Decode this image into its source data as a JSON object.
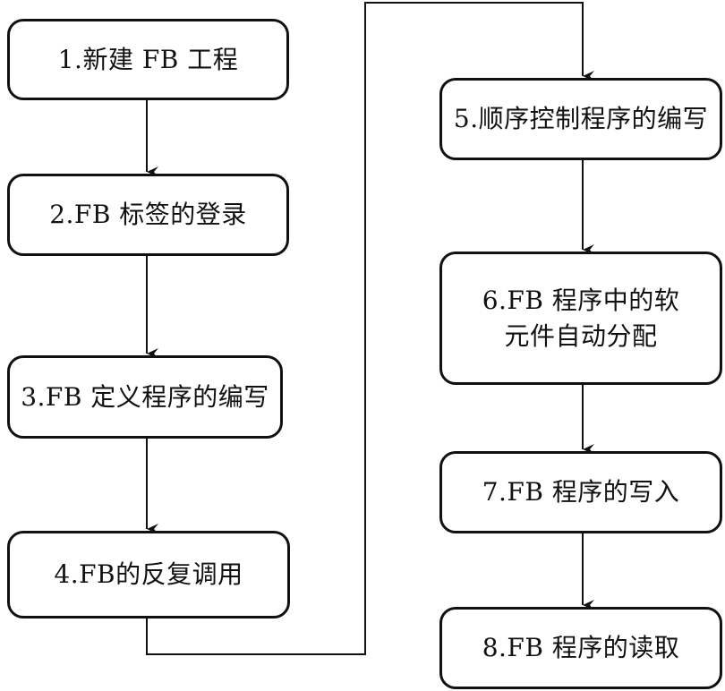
{
  "flowchart": {
    "steps": [
      {
        "id": 1,
        "lines": [
          "1.新建 FB 工程"
        ]
      },
      {
        "id": 2,
        "lines": [
          "2.FB 标签的登录"
        ]
      },
      {
        "id": 3,
        "lines": [
          "3.FB 定义程序的编写"
        ]
      },
      {
        "id": 4,
        "lines": [
          "4.FB的反复调用"
        ]
      },
      {
        "id": 5,
        "lines": [
          "5.顺序控制程序的编写"
        ]
      },
      {
        "id": 6,
        "lines": [
          "6.FB 程序中的软",
          "元件自动分配"
        ]
      },
      {
        "id": 7,
        "lines": [
          "7.FB 程序的写入"
        ]
      },
      {
        "id": 8,
        "lines": [
          "8.FB 程序的读取"
        ]
      }
    ],
    "colors": {
      "stroke": "#111111",
      "box_fill": "#ffffff",
      "text": "#111111",
      "background": "#ffffff"
    }
  }
}
